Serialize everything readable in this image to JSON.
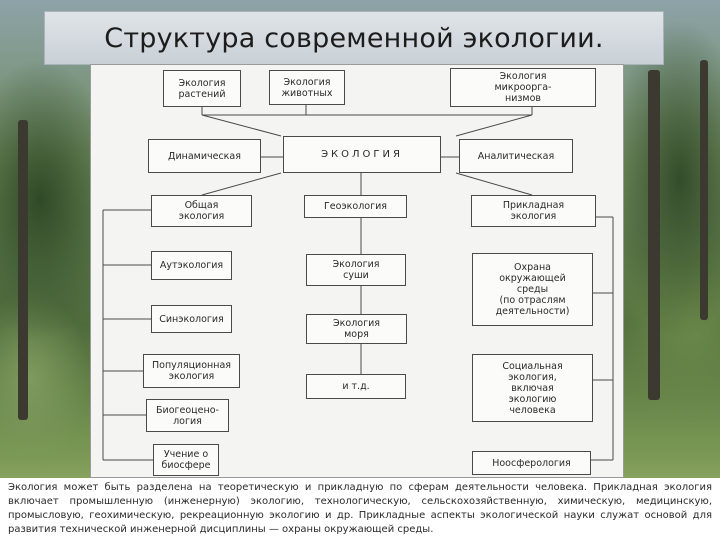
{
  "slide": {
    "title": "Структура современной экологии.",
    "caption": "Экология может быть разделена на теоретическую и прикладную по сферам деятельности человека. Прикладная экология включает промышленную (инженерную) экологию, технологическую, сельскохозяйственную, химическую, медицинскую, промысловую, геохимическую, рекреационную экологию и др. Прикладные аспекты экологической науки служат основой для развития технической инженерной дисциплины — охраны окружающей среды."
  },
  "diagram": {
    "top": {
      "plants": "Экология\nрастений",
      "animals": "Экология\nживотных",
      "microorganisms": "Экология\nмикроорга-\nнизмов"
    },
    "middle": {
      "dynamic": "Динамическая",
      "ecology": "ЭКОЛОГИЯ",
      "analytic": "Аналитическая"
    },
    "left_column": {
      "general": "Общая\nэкология",
      "autecology": "Аутэкология",
      "synecology": "Синэкология",
      "population": "Популяционная\nэкология",
      "biogeocenology": "Биогеоцено-\nлогия",
      "biosphere": "Учение о\nбиосфере"
    },
    "center_column": {
      "geoecology": "Геоэкология",
      "land": "Экология\nсуши",
      "sea": "Экология\nморя",
      "etc": "и т.д."
    },
    "right_column": {
      "applied": "Прикладная\nэкология",
      "protection": "Охрана\nокружающей\nсреды\n(по отраслям\nдеятельности)",
      "social": "Социальная\nэкология,\nвключая\nэкологию\nчеловека",
      "noospherology": "Ноосферология"
    }
  }
}
